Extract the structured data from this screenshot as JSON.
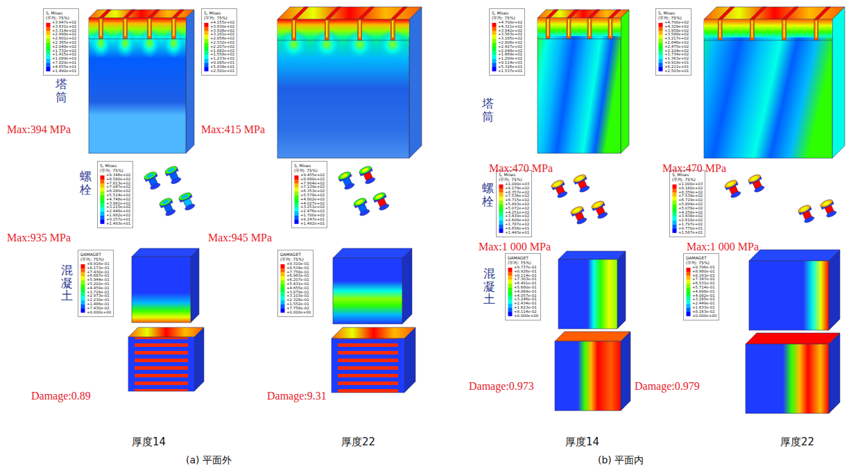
{
  "diagram": {
    "nodes": [
      {
        "text": [
          "S, Mises",
          "(平均: 75%)",
          "+3.947e+02",
          "+3.631e+02",
          "+3.314e+02",
          "+2.998e+02",
          "+2.681e+02",
          "+2.365e+02",
          "+2.048e+02",
          "+1.732e+02",
          "+1.415e+02",
          "+1.099e+02",
          "+7.820e+01",
          "+4.655e+01",
          "+1.490e+01"
        ]
      },
      {
        "text": [
          "S, Mises",
          "(平均: 75%)",
          "+4.155e+02",
          "+3.830e+02",
          "+3.506e+02",
          "+3.181e+02",
          "+2.856e+02",
          "+2.532e+02",
          "+2.207e+02",
          "+1.882e+02",
          "+1.558e+02",
          "+1.233e+02",
          "+9.085e+01",
          "+5.838e+01",
          "+2.591e+01"
        ]
      },
      {
        "text": [
          "S, Mises",
          "(平均: 75%)",
          "+9.346e+02",
          "+8.580e+02",
          "+7.813e+02",
          "+7.047e+02",
          "+6.280e+02",
          "+5.514e+02",
          "+4.748e+02",
          "+3.981e+02",
          "+3.215e+02",
          "+2.448e+02",
          "+1.682e+02",
          "+9.157e+01",
          "+1.493e+01"
        ]
      },
      {
        "text": [
          "S, Mises",
          "(平均: 75%)",
          "+9.455e+02",
          "+8.680e+02",
          "+7.904e+02",
          "+7.129e+02",
          "+6.353e+02",
          "+5.578e+02",
          "+4.802e+02",
          "+4.027e+02",
          "+3.251e+02",
          "+2.476e+02",
          "+1.700e+02",
          "+9.247e+01",
          "+1.492e+01"
        ]
      },
      {
        "text": [
          "DAMAGET",
          "(平均: 75%)",
          "+8.916e-01",
          "+8.173e-01",
          "+7.430e-01",
          "+6.687e-01",
          "+5.944e-01",
          "+5.202e-01",
          "+4.459e-01",
          "+3.716e-01",
          "+2.973e-01",
          "+2.230e-01",
          "+1.486e-01",
          "+7.430e-02",
          "+0.000e+00"
        ]
      },
      {
        "text": [
          "DAMAGET",
          "(平均: 75%)",
          "+9.310e-01",
          "+8.534e-01",
          "+7.758e-01",
          "+6.983e-01",
          "+6.207e-01",
          "+5.431e-01",
          "+4.655e-01",
          "+3.879e-01",
          "+3.103e-01",
          "+2.328e-01",
          "+1.552e-01",
          "+7.758e-02",
          "+0.000e+00"
        ]
      },
      {
        "text": [
          "S, Mises",
          "(平均: 75%)",
          "+4.700e+02",
          "+4.321e+02",
          "+3.942e+02",
          "+3.563e+02",
          "+3.185e+02",
          "+2.806e+02",
          "+2.427e+02",
          "+2.048e+02",
          "+1.669e+02",
          "+1.290e+02",
          "+9.114e+01",
          "+5.326e+01",
          "+1.537e+01"
        ]
      },
      {
        "text": [
          "S, Mises",
          "(平均: 75%)",
          "+4.700e+02",
          "+4.329e+02",
          "+3.958e+02",
          "+3.588e+02",
          "+3.217e+02",
          "+2.846e+02",
          "+2.475e+02",
          "+2.104e+02",
          "+1.734e+02",
          "+1.363e+02",
          "+9.919e+01",
          "+6.211e+01",
          "+2.503e+01"
        ]
      },
      {
        "text": [
          "S, Mises",
          "(平均: 75%)",
          "+1.000e+03",
          "+9.179e+02",
          "+8.357e+02",
          "+7.536e+02",
          "+6.715e+02",
          "+5.893e+02",
          "+5.072e+02",
          "+4.251e+02",
          "+3.430e+02",
          "+2.608e+02",
          "+1.787e+02",
          "+9.656e+01",
          "+1.443e+01"
        ]
      },
      {
        "text": [
          "S, Mises",
          "(平均: 75%)",
          "+1.000e+03",
          "+9.180e+02",
          "+8.359e+02",
          "+7.539e+02",
          "+6.719e+02",
          "+5.899e+02",
          "+5.078e+02",
          "+4.258e+02",
          "+3.438e+02",
          "+2.618e+02",
          "+1.797e+02",
          "+9.770e+01",
          "+1.567e+01"
        ]
      },
      {
        "text": [
          "DAMAGET",
          "(平均: 75%)",
          "+9.737e-01",
          "+8.926e-01",
          "+8.114e-01",
          "+7.303e-01",
          "+6.491e-01",
          "+5.680e-01",
          "+4.869e-01",
          "+4.057e-01",
          "+3.246e-01",
          "+2.434e-01",
          "+1.623e-01",
          "+8.114e-02",
          "+0.000e+00"
        ]
      },
      {
        "text": [
          "DAMAGET",
          "(平均: 75%)",
          "+9.796e-01",
          "+8.980e-01",
          "+8.163e-01",
          "+7.347e-01",
          "+6.531e-01",
          "+5.714e-01",
          "+4.898e-01",
          "+4.082e-01",
          "+3.265e-01",
          "+2.449e-01",
          "+1.633e-01",
          "+8.163e-02",
          "+0.000e+00"
        ]
      }
    ],
    "labels": [
      "塔筒",
      "Max:394 MPa",
      "Max:415 MPa",
      "螺栓",
      "Max:935 MPa",
      "Max:945 MPa",
      "混凝土",
      "Damage:0.89",
      "Damage:9.31",
      "厚度14",
      "厚度22",
      "(a) 平面外",
      "塔筒",
      "Max:470 MPa",
      "Max:470 MPa",
      "螺栓",
      "Max:1 000 MPa",
      "Max:1 000 MPa",
      "混凝土",
      "Damage:0.973",
      "Damage:0.979",
      "厚度14",
      "厚度22",
      "(b) 平面内"
    ]
  }
}
